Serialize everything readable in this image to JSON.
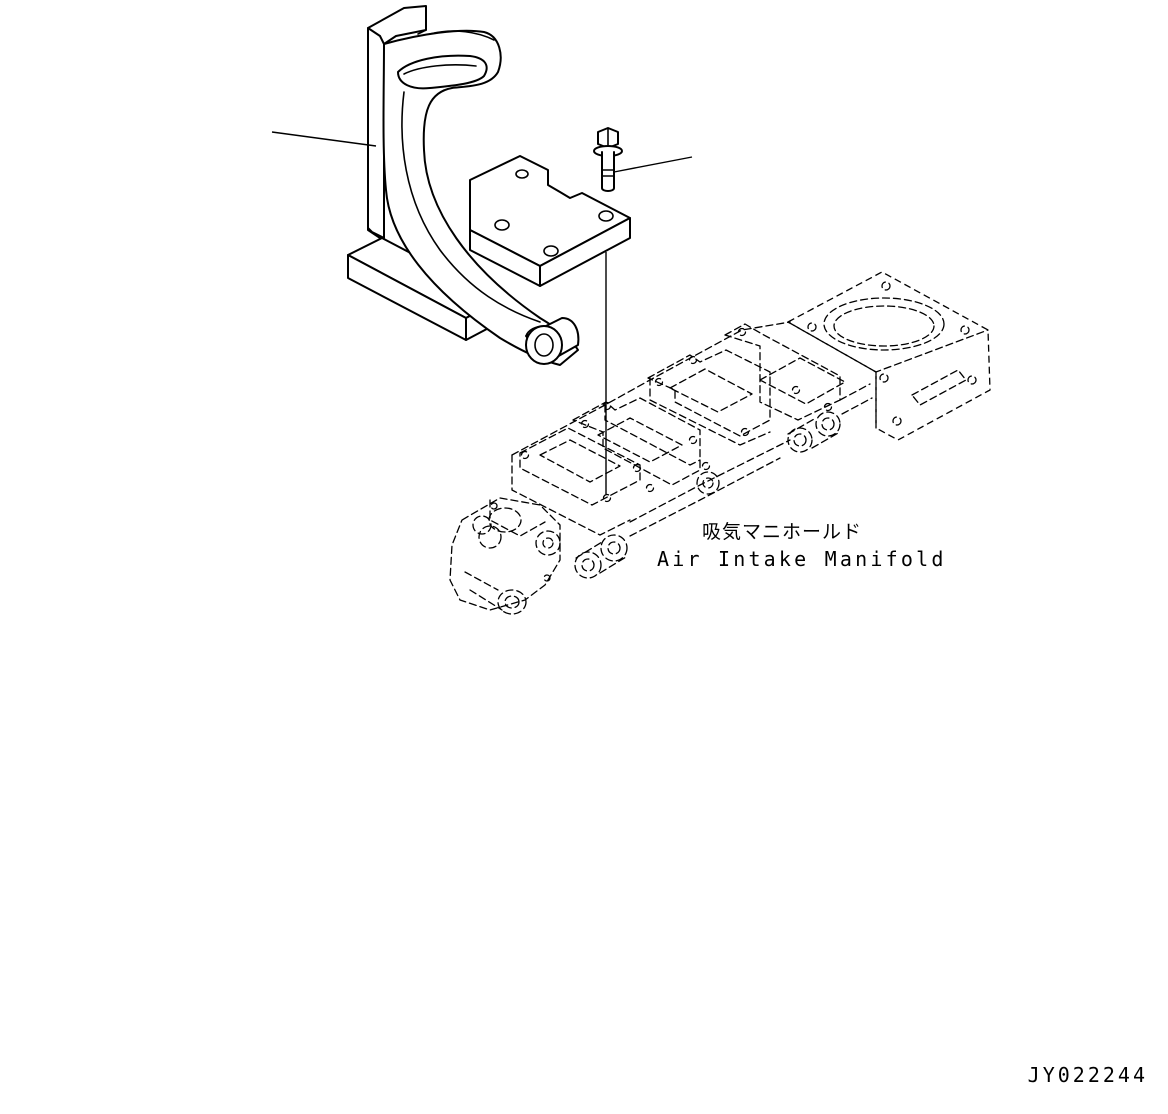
{
  "diagram": {
    "callout_label_japanese": "吸気マニホールド",
    "callout_label_english": "Air Intake Manifold",
    "drawing_number": "JY022244"
  },
  "parts": {
    "bracket": "bracket-part",
    "bolt": "flange-bolt-part",
    "manifold": "air-intake-manifold-part"
  }
}
